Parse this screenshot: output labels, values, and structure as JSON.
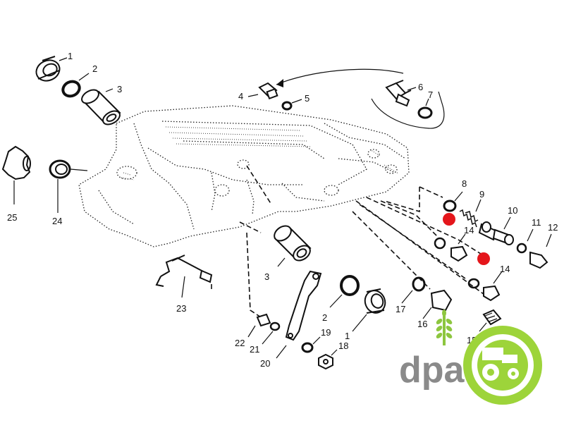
{
  "diagram": {
    "callouts": [
      "1",
      "2",
      "3",
      "4",
      "5",
      "6",
      "7",
      "8",
      "9",
      "10",
      "11",
      "12",
      "14",
      "14",
      "15",
      "16",
      "17",
      "1",
      "2",
      "3",
      "18",
      "19",
      "20",
      "21",
      "22",
      "23",
      "24",
      "25"
    ]
  },
  "logo": {
    "text": "dpa",
    "colors": {
      "text": "#8a8a8a",
      "wheat": "#8dc63f",
      "wheel": "#9dd43a"
    }
  },
  "markers": {
    "color": "#e4161b"
  }
}
